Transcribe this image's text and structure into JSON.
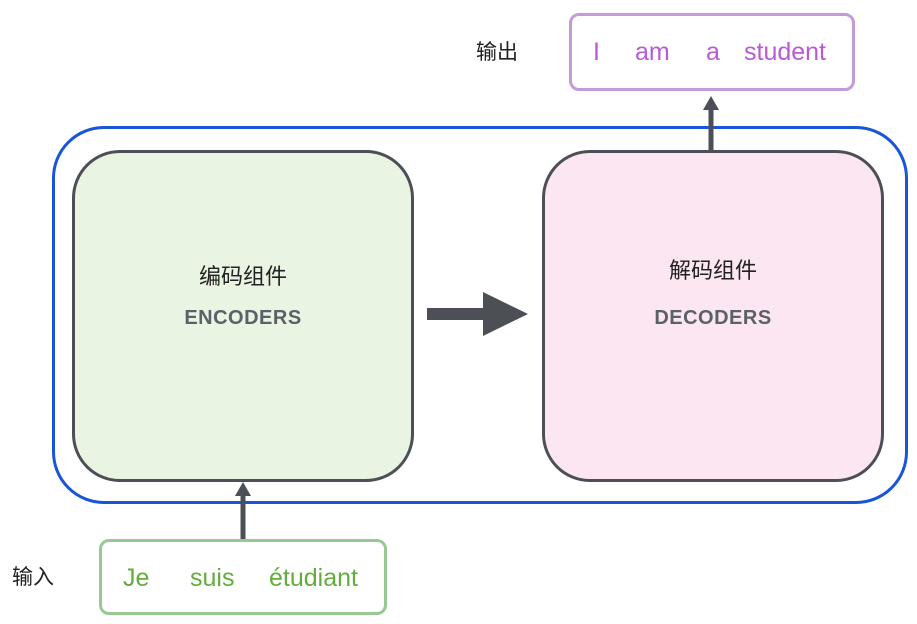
{
  "labels": {
    "output": "输出",
    "input": "输入"
  },
  "output_words": [
    "I",
    "am",
    "a",
    "student"
  ],
  "input_words": [
    "Je",
    "suis",
    "étudiant"
  ],
  "encoder": {
    "title_cn": "编码组件",
    "title_en": "ENCODERS"
  },
  "decoder": {
    "title_cn": "解码组件",
    "title_en": "DECODERS"
  },
  "colors": {
    "container_border": "#1a55d8",
    "box_border": "#4c5056",
    "encoder_fill": "#e9f4e2",
    "decoder_fill": "#fbe6f2",
    "output_border": "#c49ad8",
    "output_text": "#b85ad6",
    "input_border": "#98c994",
    "input_text": "#62ad3d",
    "arrow": "#4c5056"
  }
}
